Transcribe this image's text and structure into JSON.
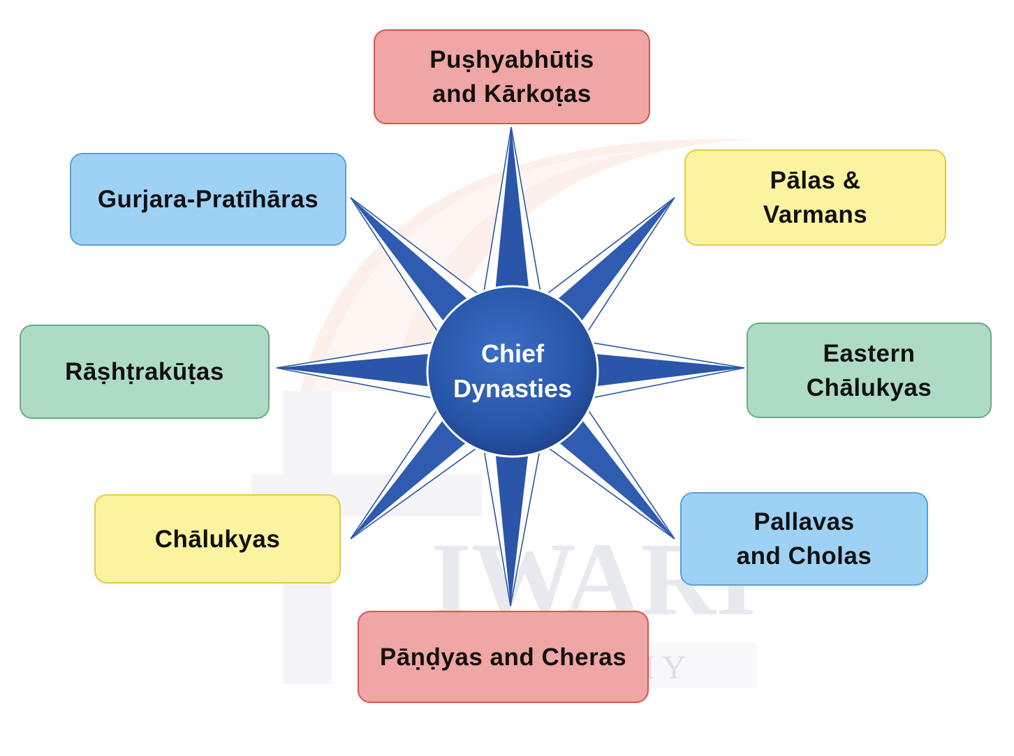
{
  "center": {
    "label": "Chief\nDynasties",
    "color": "#2755a8"
  },
  "dynasties": [
    {
      "id": "north",
      "label": "Puṣhyabhūtis\nand Kārkoṭas",
      "color": "red"
    },
    {
      "id": "north-east",
      "label": "Pālas &\nVarmans",
      "color": "yellow"
    },
    {
      "id": "east",
      "label": "Eastern\nChālukyas",
      "color": "green"
    },
    {
      "id": "south-east",
      "label": "Pallavas\nand Cholas",
      "color": "blue"
    },
    {
      "id": "south",
      "label": "Pāṇḍyas and Cheras",
      "color": "red"
    },
    {
      "id": "south-west",
      "label": "Chālukyas",
      "color": "yellow"
    },
    {
      "id": "west",
      "label": "Rāṣhṭrakūṭas",
      "color": "green"
    },
    {
      "id": "north-west",
      "label": "Gurjara-Pratīhāras",
      "color": "blue"
    }
  ],
  "watermark": {
    "letters": "IWARI",
    "sub": "A C A D E M Y"
  }
}
